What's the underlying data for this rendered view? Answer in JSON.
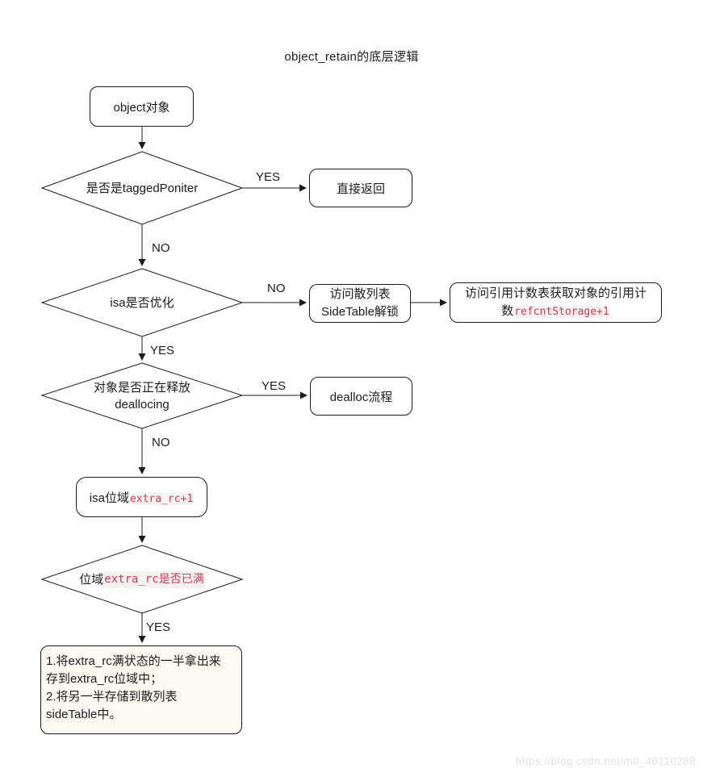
{
  "title": "object_retain的底层逻辑",
  "colors": {
    "line": "#1b1b1b",
    "text": "#1c1c1c",
    "code_red": "#e0305f",
    "code_highlight_bg": "#f5f3ee",
    "note_bg": "#fbf9f1",
    "watermark": "#e2e2e2"
  },
  "nodes": {
    "start": {
      "label": "object对象"
    },
    "decision_tagged": {
      "label": "是否是taggedPoniter"
    },
    "return": {
      "label": "直接返回"
    },
    "decision_isa": {
      "label": "isa是否优化"
    },
    "sidetable": {
      "line1": "访问散列表",
      "line2": "SideTable解锁"
    },
    "refcnt": {
      "text": "访问引用计数表获取对象的引用计数",
      "code": "refcntStorage+1"
    },
    "decision_dealloc": {
      "line1": "对象是否正在释放",
      "line2": "deallocing"
    },
    "dealloc": {
      "label": "dealloc流程"
    },
    "isa_field": {
      "prefix": "isa位域",
      "code": "extra_rc+1"
    },
    "decision_full": {
      "prefix": "位域",
      "code": "extra_rc是否已满"
    },
    "note": {
      "line1": "1.将extra_rc满状态的一半拿出来",
      "line2": "存到extra_rc位域中；",
      "line3": "2.将另一半存储到散列表",
      "line4": "sideTable中。"
    }
  },
  "edge_labels": {
    "tagged_yes": "YES",
    "tagged_no": "NO",
    "isa_no": "NO",
    "isa_yes": "YES",
    "dealloc_yes": "YES",
    "dealloc_no": "NO",
    "full_yes": "YES"
  },
  "watermark": "https://blog.csdn.net/m0_46110288"
}
